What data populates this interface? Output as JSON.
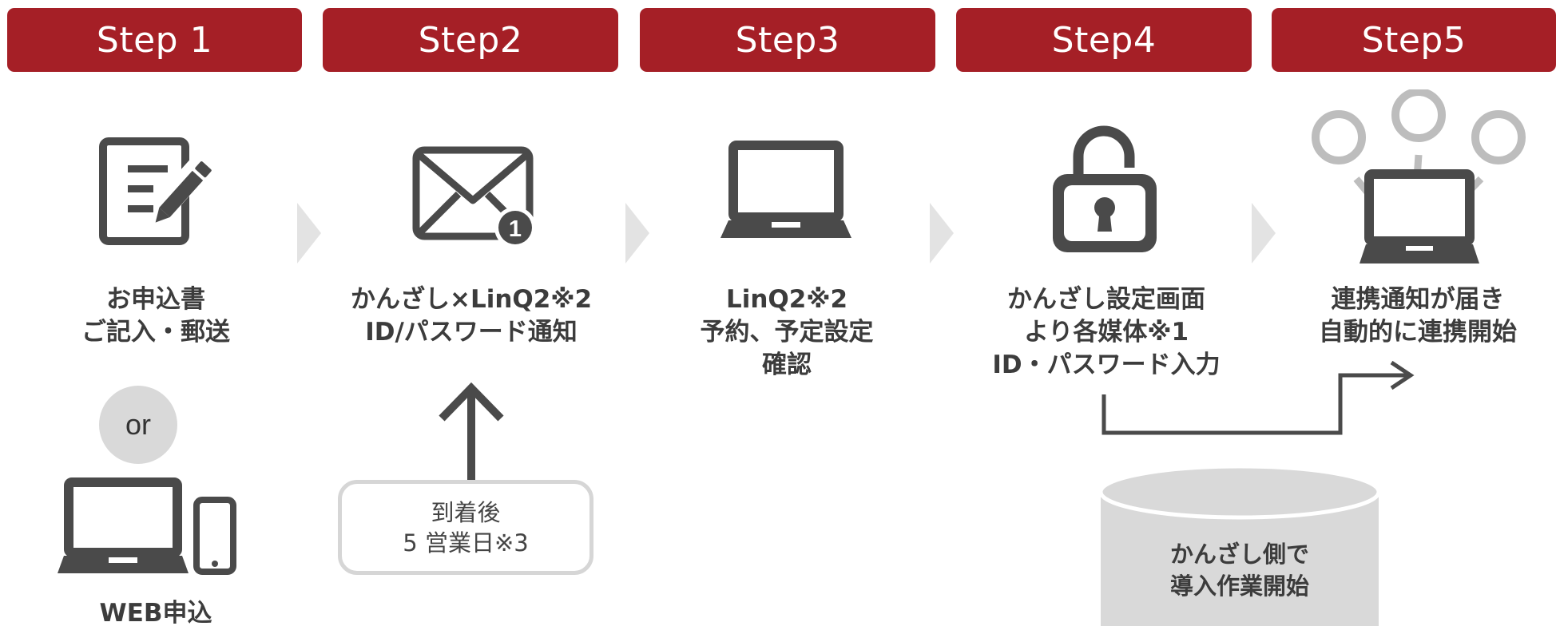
{
  "steps": [
    {
      "header": "Step 1",
      "lines": [
        "お申込書",
        "ご記入・郵送"
      ],
      "icon": "form-edit-icon"
    },
    {
      "header": "Step2",
      "lines": [
        "かんざし×LinQ2※2",
        "ID/パスワード通知"
      ],
      "icon": "mail-notification-icon"
    },
    {
      "header": "Step3",
      "lines": [
        "LinQ2※2",
        "予約、予定設定",
        "確認"
      ],
      "icon": "laptop-icon"
    },
    {
      "header": "Step4",
      "lines": [
        "かんざし設定画面",
        "より各媒体※1",
        "ID・パスワード入力"
      ],
      "icon": "unlocked-padlock-icon"
    },
    {
      "header": "Step5",
      "lines": [
        "連携通知が届き",
        "自動的に連携開始"
      ],
      "icon": "laptop-network-icon"
    }
  ],
  "or_label": "or",
  "web_label": "WEB申込",
  "arrival_note": [
    "到着後",
    "5 営業日※3"
  ],
  "kanzashi_work": [
    "かんざし側で",
    "導入作業開始"
  ],
  "colors": {
    "header_red": "#a51f26",
    "icon_dark": "#4a4a4a",
    "light_gray": "#d9d9d9",
    "chevron_gray": "#e3e3e3"
  }
}
